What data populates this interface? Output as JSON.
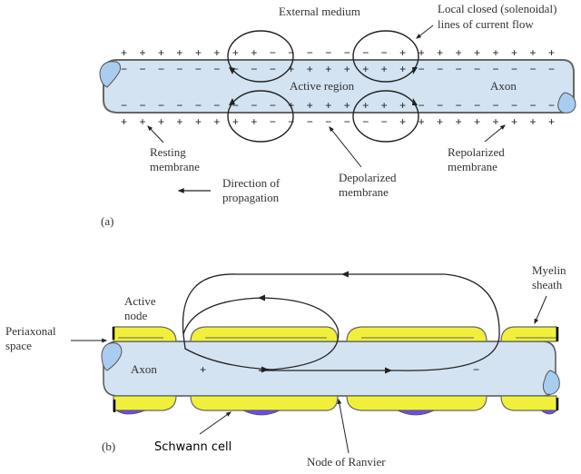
{
  "panel_a": {
    "label": "(a)",
    "external_medium": "External medium",
    "current_flow_line1": "Local closed (solenoidal)",
    "current_flow_line2": "lines of current flow",
    "active_region": "Active region",
    "axon": "Axon",
    "resting_line1": "Resting",
    "resting_line2": "membrane",
    "depolarized_line1": "Depolarized",
    "depolarized_line2": "membrane",
    "repolarized_line1": "Repolarized",
    "repolarized_line2": "membrane",
    "direction_line1": "Direction of",
    "direction_line2": "propagation",
    "outer_top_signs": "+ + + + + + + + − − − − − − − + + + + + + + + +",
    "inner_top_signs": "− − − − − − − − − + + + + + + + − − − − − − − −",
    "inner_bottom_signs": "− − − − − − − − − + + + + + + + − − − − − − − −",
    "outer_bottom_signs": "+ + + + + + + + − − − − − − − + + + + + + + + +"
  },
  "panel_b": {
    "label": "(b)",
    "active_node_line1": "Active",
    "active_node_line2": "node",
    "periaxonal_line1": "Periaxonal",
    "periaxonal_line2": "space",
    "axon": "Axon",
    "plus_sign": "+",
    "minus_sign": "−",
    "myelin_line1": "Myelin",
    "myelin_line2": "sheath",
    "schwann_cell": "Schwann cell",
    "node_of_ranvier": "Node of Ranvier"
  },
  "colors": {
    "axon_fill": "#d3e3f2",
    "axon_end_fill": "#a9cdf0",
    "myelin_fill": "#f0f03a",
    "schwann_nucleus": "#6a4df0",
    "stroke": "#555555"
  }
}
